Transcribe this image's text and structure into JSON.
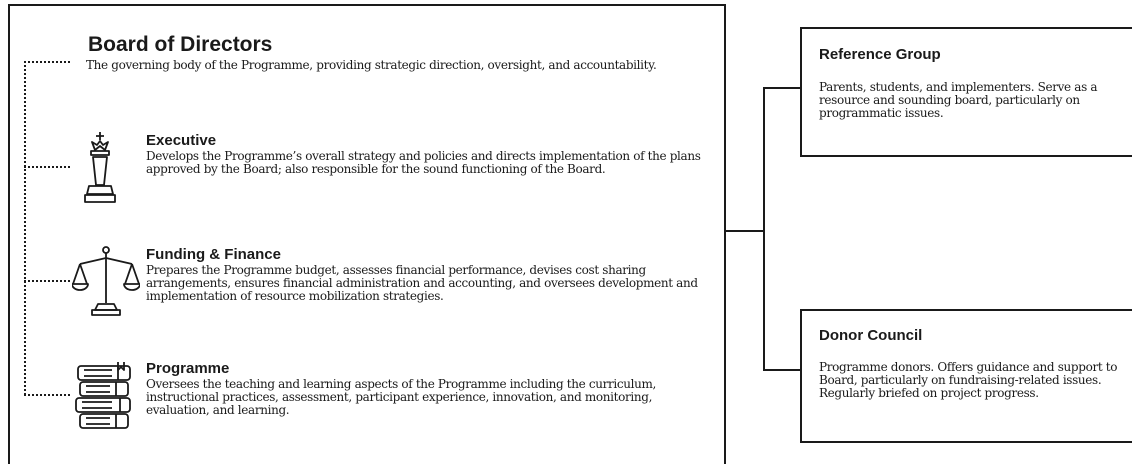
{
  "board": {
    "title": "Board of Directors",
    "description": "The governing body of the Programme, providing strategic direction, oversight, and accountability."
  },
  "sections": [
    {
      "title": "Executive",
      "description": "Develops the Programme’s overall strategy and policies and directs implementation of the plans approved by the Board; also responsible for the sound functioning of the Board.",
      "icon": "chess-king-icon"
    },
    {
      "title": "Funding & Finance",
      "description": "Prepares the Programme budget, assesses financial performance, devises cost sharing arrangements, ensures financial administration and accounting, and oversees development and implementation of resource mobilization strategies.",
      "icon": "balance-scale-icon"
    },
    {
      "title": "Programme",
      "description": "Oversees the teaching and learning aspects of the Programme including the curriculum, instructional practices, assessment, participant experience, innovation, and monitoring, evaluation, and learning.",
      "icon": "book-stack-icon"
    }
  ],
  "side_groups": [
    {
      "title": "Reference Group",
      "description": "Parents, students, and implementers. Serve as a resource and sounding board, particularly on programmatic issues."
    },
    {
      "title": "Donor Council",
      "description": "Programme donors. Offers guidance and support to Board, particularly on fundraising-related issues. Regularly briefed on project progress."
    }
  ]
}
